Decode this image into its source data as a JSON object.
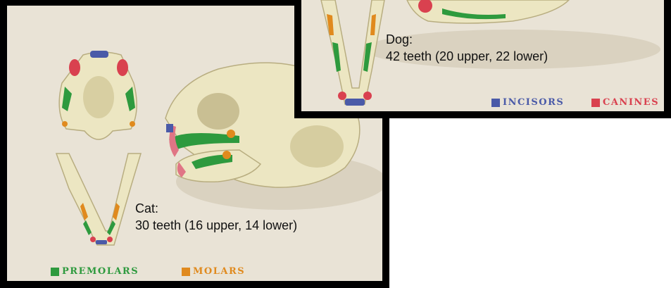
{
  "cat": {
    "caption_title": "Cat:",
    "caption_detail": "30 teeth (16 upper, 14 lower)"
  },
  "dog": {
    "caption_title": "Dog:",
    "caption_detail": "42 teeth (20 upper, 22 lower)"
  },
  "legend": {
    "incisors": "INCISORS",
    "canines": "CANINES",
    "premolars": "PREMOLARS",
    "molars": "MOLARS"
  },
  "colors": {
    "incisors": "#4a5aa8",
    "canines": "#d9414f",
    "premolars": "#2e9a3e",
    "molars": "#e08a1e",
    "bone": "#ece6c2",
    "bone_shade": "#c9bf93",
    "background": "#e9e3d6"
  }
}
